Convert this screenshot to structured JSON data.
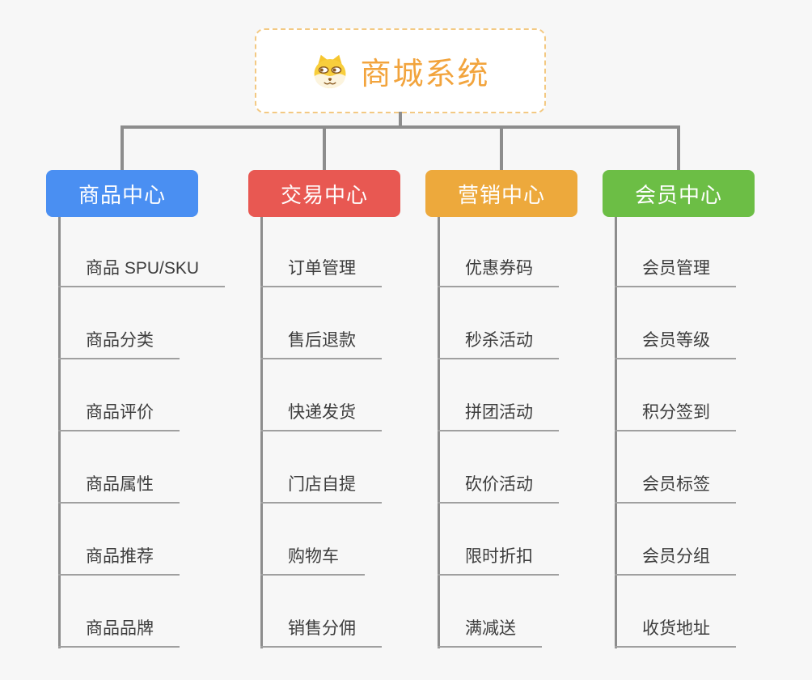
{
  "canvas": {
    "background": "#f7f7f7",
    "connector_color": "#8d8d8d",
    "leaf_underline_color": "#a0a0a0",
    "leaf_text_color": "#3d3d3d"
  },
  "root": {
    "label": "商城系统",
    "icon": "dog-face-icon",
    "text_color": "#f2a43d",
    "border_color": "#f3c983"
  },
  "branches": [
    {
      "label": "商品中心",
      "color": "#4a8ff2",
      "items": [
        "商品 SPU/SKU",
        "商品分类",
        "商品评价",
        "商品属性",
        "商品推荐",
        "商品品牌"
      ]
    },
    {
      "label": "交易中心",
      "color": "#e85852",
      "items": [
        "订单管理",
        "售后退款",
        "快递发货",
        "门店自提",
        "购物车",
        "销售分佣"
      ]
    },
    {
      "label": "营销中心",
      "color": "#eda93c",
      "items": [
        "优惠券码",
        "秒杀活动",
        "拼团活动",
        "砍价活动",
        "限时折扣",
        "满减送"
      ]
    },
    {
      "label": "会员中心",
      "color": "#6cbe45",
      "items": [
        "会员管理",
        "会员等级",
        "积分签到",
        "会员标签",
        "会员分组",
        "收货地址"
      ]
    }
  ]
}
